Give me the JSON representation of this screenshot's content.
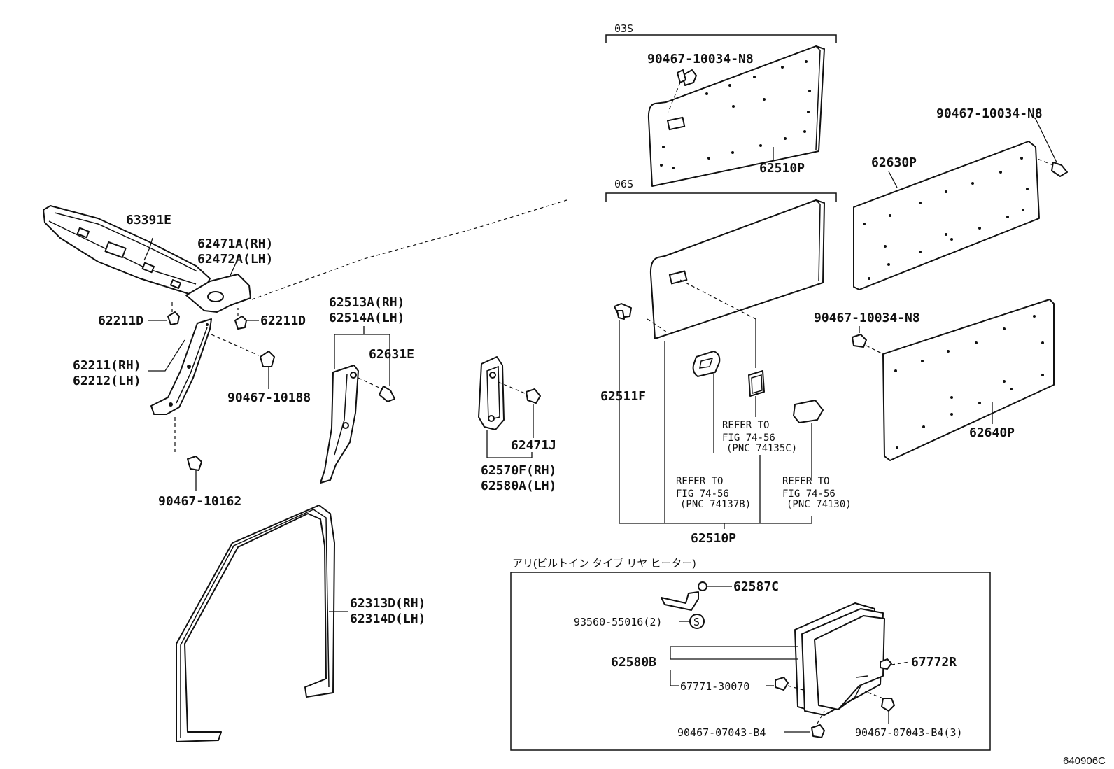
{
  "diagram": {
    "figure_id": "640906C",
    "groups": {
      "variant_03s": "03S",
      "variant_06s": "06S",
      "heater_option": "アリ(ビルトイン タイプ リヤ ヒーター)"
    },
    "labels": {
      "p90467_10034_n8_top": "90467-10034-N8",
      "p62510p_top": "62510P",
      "p90467_10034_n8_right": "90467-10034-N8",
      "p62630p": "62630P",
      "p63391e": "63391E",
      "p62471a": "62471A(RH)",
      "p62472a": "62472A(LH)",
      "p62211d_left": "62211D",
      "p62211d_right": "62211D",
      "p62211": "62211(RH)",
      "p62212": "62212(LH)",
      "p90467_10188": "90467-10188",
      "p90467_10162": "90467-10162",
      "p62513a": "62513A(RH)",
      "p62514a": "62514A(LH)",
      "p62631e": "62631E",
      "p62471j": "62471J",
      "p62570f": "62570F(RH)",
      "p62580a": "62580A(LH)",
      "p62511f": "62511F",
      "p90467_10034_n8_mid": "90467-10034-N8",
      "p62640p": "62640P",
      "p62510p_bottom": "62510P",
      "p62313d": "62313D(RH)",
      "p62314d": "62314D(LH)",
      "p62587c": "62587C",
      "p93560_55016": "93560-55016(2)",
      "p62580b": "62580B",
      "p67772r": "67772R",
      "p67771_30070": "67771-30070",
      "p90467_07043_b4": "90467-07043-B4",
      "p90467_07043_b4_3": "90467-07043-B4(3)",
      "s_symbol": "S"
    },
    "references": [
      {
        "line1": "REFER TO",
        "line2": "FIG 74-56",
        "line3": "(PNC 74135C)"
      },
      {
        "line1": "REFER TO",
        "line2": "FIG 74-56",
        "line3": "(PNC 74137B)"
      },
      {
        "line1": "REFER TO",
        "line2": "FIG 74-56",
        "line3": "(PNC 74130)"
      }
    ]
  }
}
